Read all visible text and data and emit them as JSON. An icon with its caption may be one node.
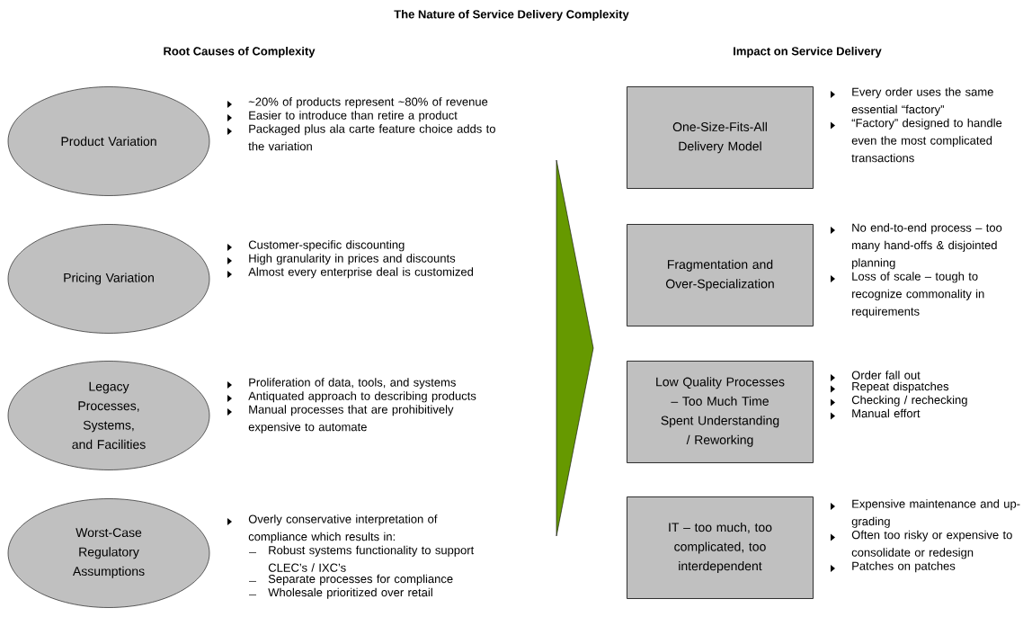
{
  "diagram": {
    "title": "The Nature of Service Delivery Complexity",
    "nodes": [
      {
        "text": [
          "Product Variation"
        ],
        "beside": [
          "~20% of products represent ~80% of revenue",
          "Easier to introduce than retire a product",
          "Packaged plus ala carte feature choice adds to the variation"
        ]
      },
      {
        "text": [
          "Pricing Variation"
        ],
        "beside": [
          "Customer-specific discounting",
          "High granularity in prices and discounts",
          "Almost every enterprise deal is customized"
        ]
      },
      {
        "text": [
          "Legacy Processes, Systems, and Facilities"
        ],
        "beside": [
          "Proliferation of data, tools, and systems",
          "Antiquated approach to describing products",
          "Manual processes that are prohibitively expensive to automate"
        ]
      },
      {
        "text": [
          "Worst-Case Regulatory Assumptions"
        ],
        "beside": [
          "Overly conservative interpretation of compliance which results in:",
          "Robust systems functionality to support CLEC’s / IXC’s",
          "Separate processes for compliance",
          "Wholesale prioritized over retail"
        ]
      },
      {
        "text": [
          "One-Size-Fits-All Delivery Model"
        ],
        "beside": [
          "Every order uses the same essential “factory”",
          "“Factory” designed to handle even the most complicated transactions"
        ]
      },
      {
        "text": [
          "Fragmentation and Over-Specialization"
        ],
        "beside": [
          "No end-to-end process – too many hand-offs & disjointed planning",
          "Loss of scale – tough to recognize commonality in requirements"
        ]
      },
      {
        "text": [
          "Low Quality Processes – Too Much Time Spent Understanding / Reworking"
        ],
        "beside": [
          "Order fall out",
          "Repeat dispatches",
          "Checking / rechecking",
          "Manual effort"
        ]
      },
      {
        "text": [
          "IT – too much, too complicated, too interdependent"
        ],
        "beside": [
          "Expensive maintenance and up-grading",
          "Often too risky or expensive to consolidate or redesign",
          "Patches on patches"
        ]
      }
    ],
    "labels": [
      "Root Causes of Complexity",
      "Impact on Service Delivery"
    ]
  }
}
